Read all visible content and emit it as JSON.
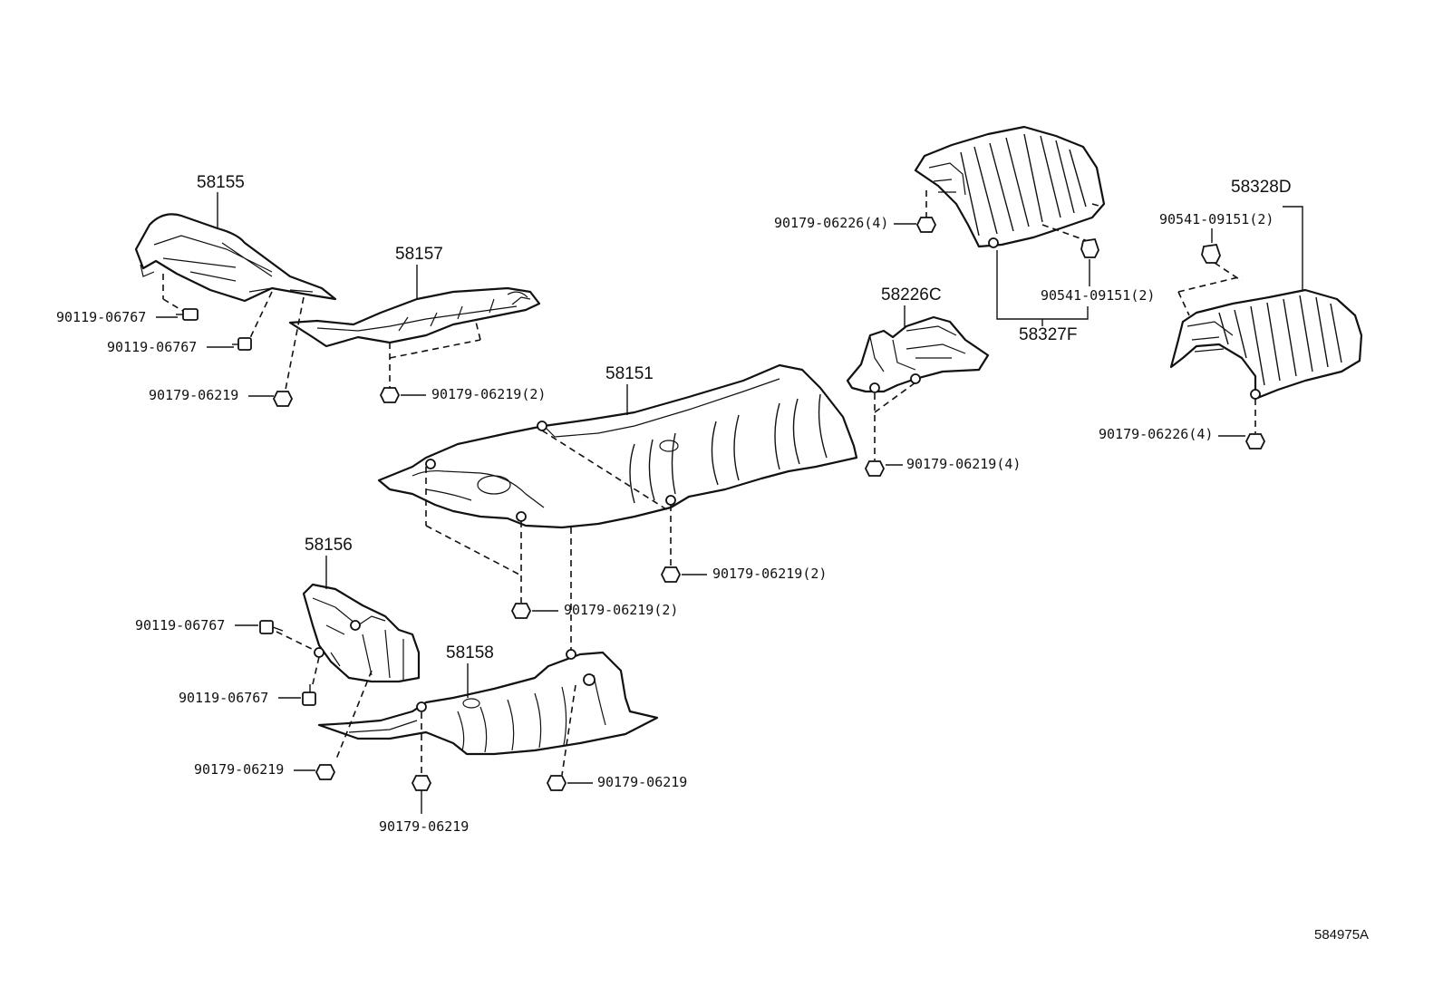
{
  "parts": {
    "p58155": "58155",
    "p58157": "58157",
    "p58151": "58151",
    "p58156": "58156",
    "p58158": "58158",
    "p58226C": "58226C",
    "p58327F": "58327F",
    "p58328D": "58328D"
  },
  "fasteners": {
    "bolt_58155_a": "90119-06767",
    "bolt_58155_b": "90119-06767",
    "nut_58155": "90179-06219",
    "nut_58157": "90179-06219(2)",
    "nut_58151_right": "90179-06219(2)",
    "nut_58151_center": "90179-06219(2)",
    "bolt_58156_a": "90119-06767",
    "bolt_58156_b": "90119-06767",
    "nut_58156": "90179-06219",
    "nut_58158_left": "90179-06219",
    "nut_58158_right": "90179-06219",
    "nut_58226C": "90179-06219(4)",
    "nut_58327F": "90179-06226(4)",
    "clip_58327F": "90541-09151(2)",
    "clip_58328D": "90541-09151(2)",
    "nut_58328D": "90179-06226(4)"
  },
  "illustration_code": "584975A"
}
